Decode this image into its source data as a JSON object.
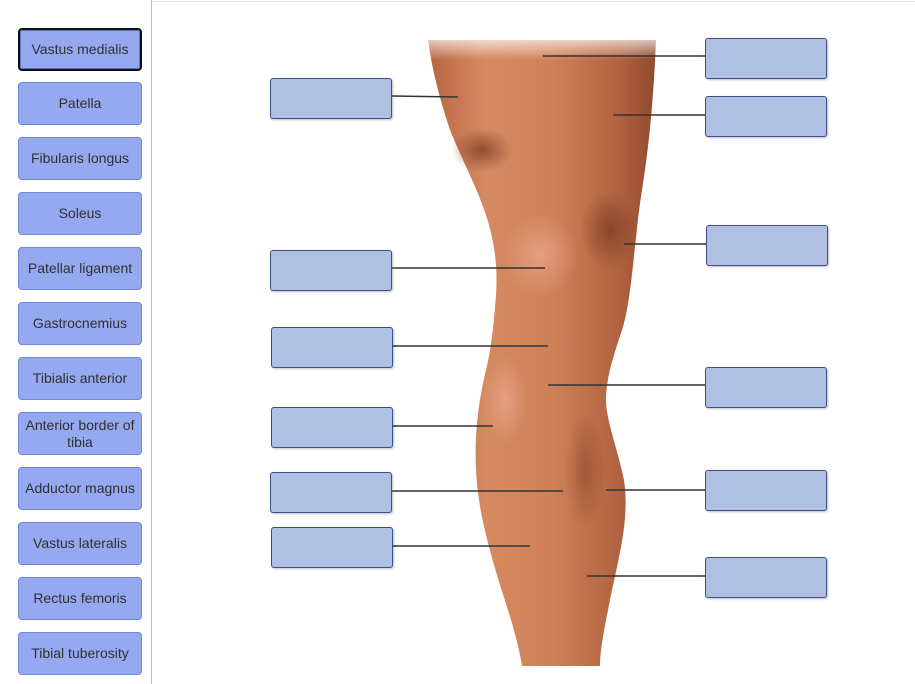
{
  "word_bank": {
    "items": [
      {
        "label": "Vastus medialis",
        "selected": true
      },
      {
        "label": "Patella",
        "selected": false
      },
      {
        "label": "Fibularis longus",
        "selected": false
      },
      {
        "label": "Soleus",
        "selected": false
      },
      {
        "label": "Patellar ligament",
        "selected": false
      },
      {
        "label": "Gastrocnemius",
        "selected": false
      },
      {
        "label": "Tibialis anterior",
        "selected": false
      },
      {
        "label": "Anterior border of tibia",
        "selected": false
      },
      {
        "label": "Adductor magnus",
        "selected": false
      },
      {
        "label": "Vastus lateralis",
        "selected": false
      },
      {
        "label": "Rectus femoris",
        "selected": false
      },
      {
        "label": "Tibial tuberosity",
        "selected": false
      }
    ]
  },
  "diagram": {
    "drop_targets_left": [
      {
        "value": ""
      },
      {
        "value": ""
      },
      {
        "value": ""
      },
      {
        "value": ""
      },
      {
        "value": ""
      },
      {
        "value": ""
      }
    ],
    "drop_targets_right": [
      {
        "value": ""
      },
      {
        "value": ""
      },
      {
        "value": ""
      },
      {
        "value": ""
      },
      {
        "value": ""
      },
      {
        "value": ""
      }
    ]
  },
  "colors": {
    "term_fill": "#94a9f0",
    "term_border": "#6d86d6",
    "target_fill": "#b0c0e3",
    "target_border": "#3d4f84",
    "skin_light": "#d9926a",
    "skin_dark": "#a4573a"
  }
}
